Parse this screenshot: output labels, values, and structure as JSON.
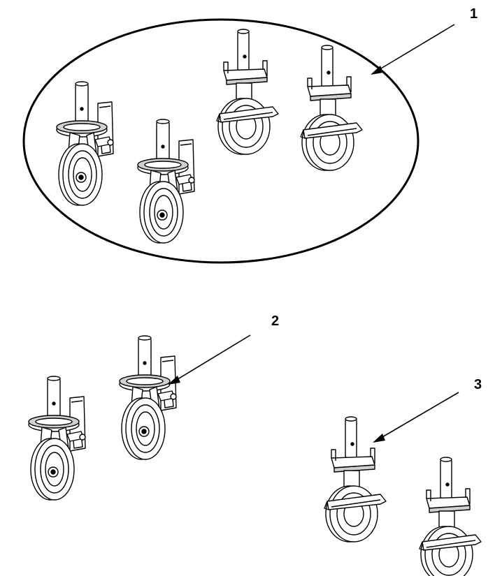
{
  "callouts": {
    "group_all_casters": "1",
    "swivel_caster": "2",
    "fixed_caster": "3"
  },
  "colors": {
    "ink": "#000000",
    "paper": "#ffffff",
    "metal_shade": "#d0d0d0"
  },
  "icons": {
    "swivel_caster": "swivel-caster-with-brake-icon",
    "fixed_caster": "fixed-caster-with-brake-icon"
  }
}
